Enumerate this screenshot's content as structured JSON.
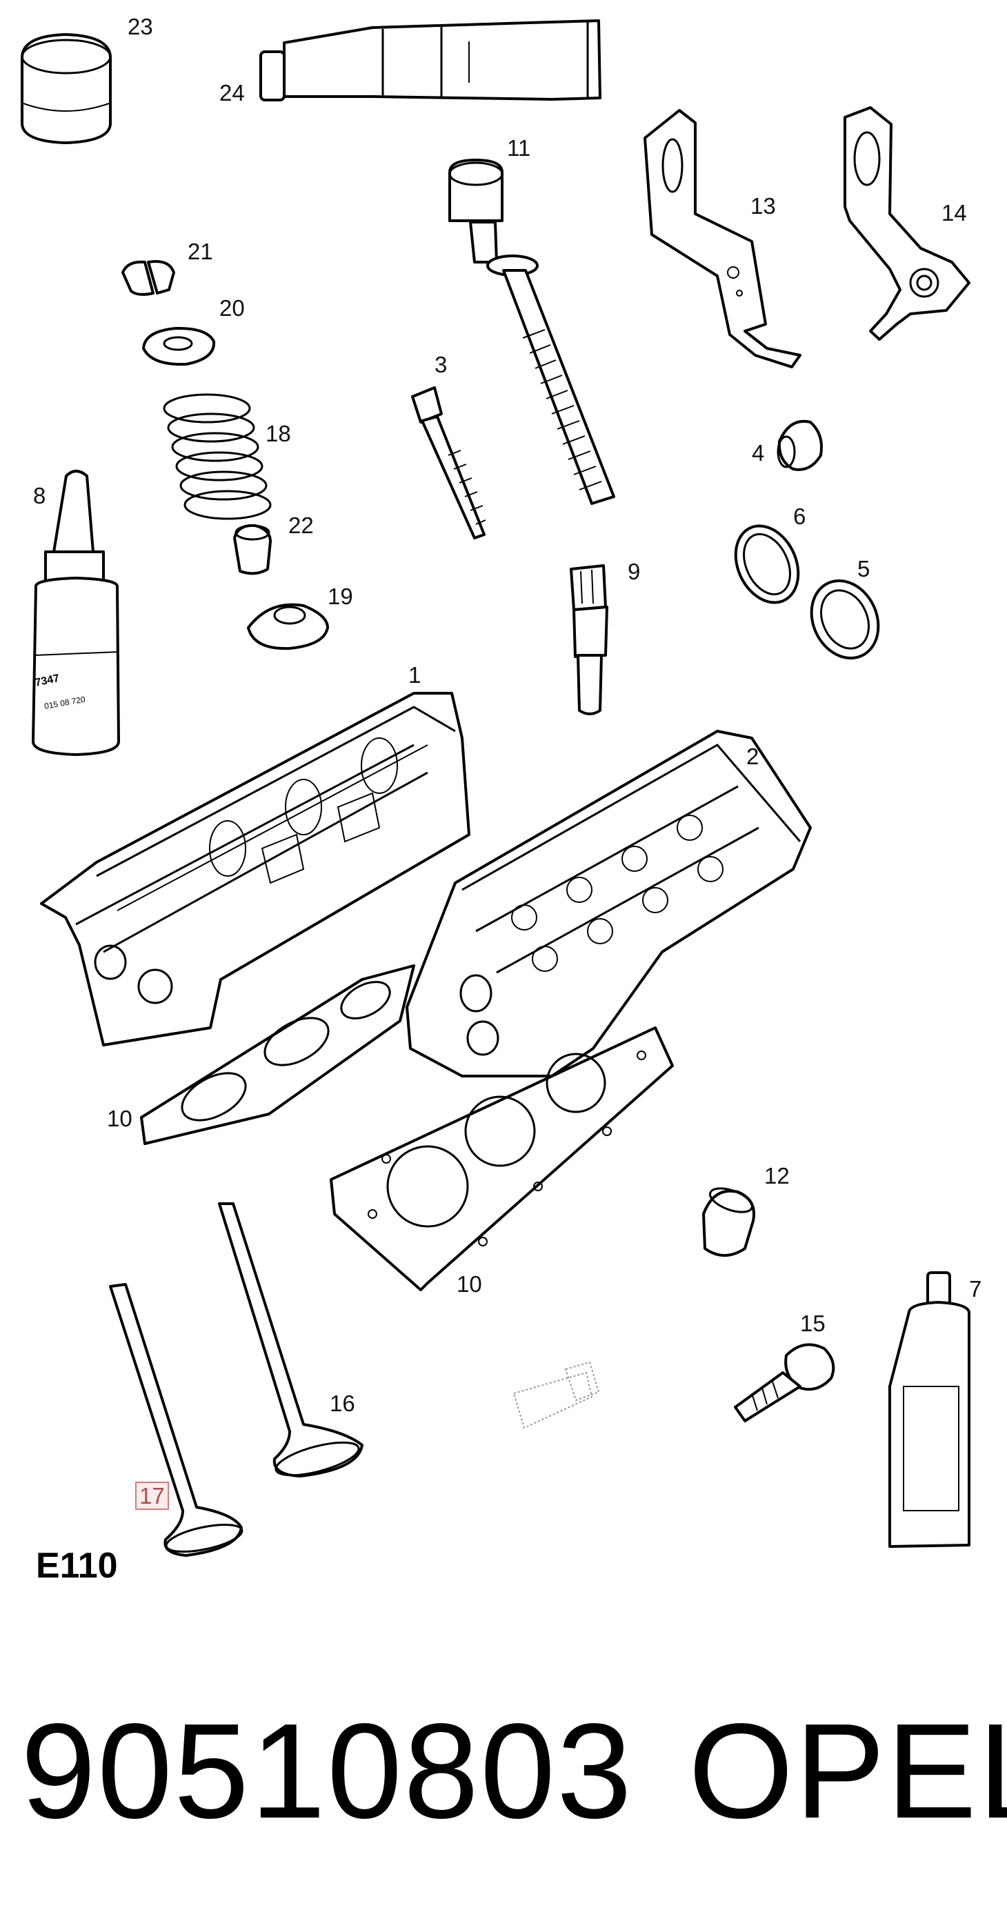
{
  "diagram": {
    "section_code": "E110",
    "callouts": [
      {
        "id": "c23",
        "label": "23"
      },
      {
        "id": "c24",
        "label": "24"
      },
      {
        "id": "c11",
        "label": "11"
      },
      {
        "id": "c13",
        "label": "13"
      },
      {
        "id": "c14",
        "label": "14"
      },
      {
        "id": "c21",
        "label": "21"
      },
      {
        "id": "c20",
        "label": "20"
      },
      {
        "id": "c3",
        "label": "3"
      },
      {
        "id": "c18",
        "label": "18"
      },
      {
        "id": "c4",
        "label": "4"
      },
      {
        "id": "c8",
        "label": "8"
      },
      {
        "id": "c22",
        "label": "22"
      },
      {
        "id": "c6",
        "label": "6"
      },
      {
        "id": "c9",
        "label": "9"
      },
      {
        "id": "c5",
        "label": "5"
      },
      {
        "id": "c19",
        "label": "19"
      },
      {
        "id": "c1",
        "label": "1"
      },
      {
        "id": "c2",
        "label": "2"
      },
      {
        "id": "c10a",
        "label": "10"
      },
      {
        "id": "c12",
        "label": "12"
      },
      {
        "id": "c10b",
        "label": "10"
      },
      {
        "id": "c7",
        "label": "7"
      },
      {
        "id": "c15",
        "label": "15"
      },
      {
        "id": "c16",
        "label": "16"
      },
      {
        "id": "c17",
        "label": "17",
        "highlighted": true
      }
    ],
    "bottle_label_text": [
      "7347",
      "015 08 720"
    ],
    "highlight_color": "#d77a7a"
  },
  "footer": {
    "part_number": "90510803",
    "brand": "OPEL"
  }
}
